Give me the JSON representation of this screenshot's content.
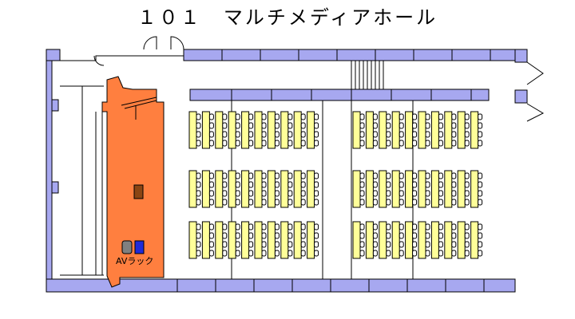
{
  "title": "１０１　マルチメディアホール",
  "labels": {
    "av_rack": "AVラック"
  },
  "colors": {
    "wall": "#a7a8f0",
    "stage": "#ff7f3f",
    "desk": "#ffff99",
    "chair": "#ffffff",
    "podium": "#8b4513",
    "av_rack": "#1f2bd8",
    "av_equipment": "#808080"
  },
  "seating": {
    "blocks": [
      {
        "name": "left-front",
        "tables": 10
      },
      {
        "name": "left-middle",
        "tables": 10
      },
      {
        "name": "left-rear",
        "tables": 10
      },
      {
        "name": "right-front",
        "tables": 10
      },
      {
        "name": "right-middle",
        "tables": 10
      },
      {
        "name": "right-rear",
        "tables": 10
      }
    ]
  }
}
